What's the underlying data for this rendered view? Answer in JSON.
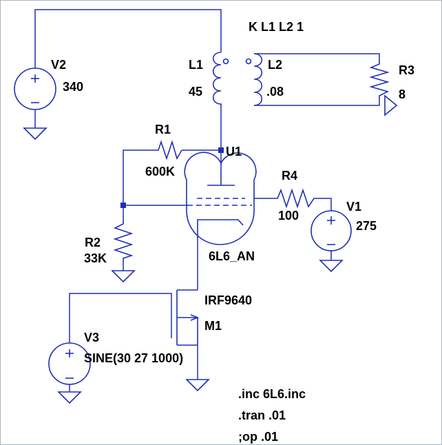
{
  "colors": {
    "wire": "#1f2fb3",
    "text": "#000000",
    "background": "#ffffff",
    "junction": "#1f2fb3"
  },
  "coupling": "K L1 L2 1",
  "components": {
    "v2": {
      "ref": "V2",
      "value": "340"
    },
    "l1": {
      "ref": "L1",
      "value": "45"
    },
    "l2": {
      "ref": "L2",
      "value": ".08"
    },
    "r3": {
      "ref": "R3",
      "value": "8"
    },
    "r1": {
      "ref": "R1",
      "value": "600K"
    },
    "u1": {
      "ref": "U1",
      "value": "6L6_AN"
    },
    "r4": {
      "ref": "R4",
      "value": "100"
    },
    "v1": {
      "ref": "V1",
      "value": "275"
    },
    "r2": {
      "ref": "R2",
      "value": "33K"
    },
    "m1": {
      "ref": "M1",
      "value": "IRF9640"
    },
    "v3": {
      "ref": "V3",
      "value": "SINE(30 27 1000)"
    }
  },
  "directives": [
    ".inc 6L6.inc",
    ".tran .01",
    ";op .01"
  ]
}
